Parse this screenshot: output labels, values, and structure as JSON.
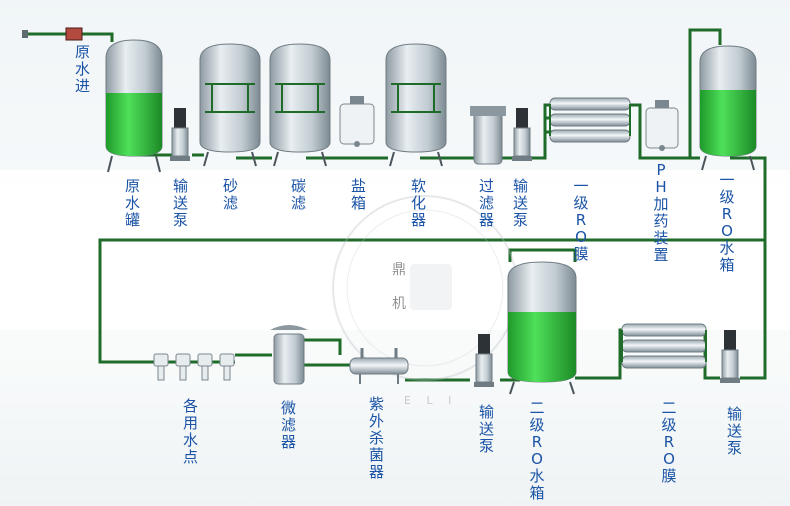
{
  "labels": {
    "inlet": "原水进",
    "raw_tank": "原水罐",
    "pump1": "输送泵",
    "sand": "砂滤",
    "carbon": "碳滤",
    "salt": "盐箱",
    "softener": "软化器",
    "filter": "过滤器",
    "pump2": "输送泵",
    "ro1": "一级RO膜",
    "ph": "PH加药装置",
    "ro1_tank": "一级RO水箱",
    "points": "各用水点",
    "micro": "微滤器",
    "uv": "紫外杀菌器",
    "pump3": "输送泵",
    "ro2_tank": "二级RO水箱",
    "ro2": "二级RO膜",
    "pump4": "输送泵"
  },
  "watermark": {
    "line1": "鼎",
    "line2": "机",
    "ring": "E L I"
  },
  "colors": {
    "pipe": "#1f6b2a",
    "water": "#2fbf3a",
    "tank_steel": "#b9c3c9",
    "label": "#1b54a6"
  }
}
